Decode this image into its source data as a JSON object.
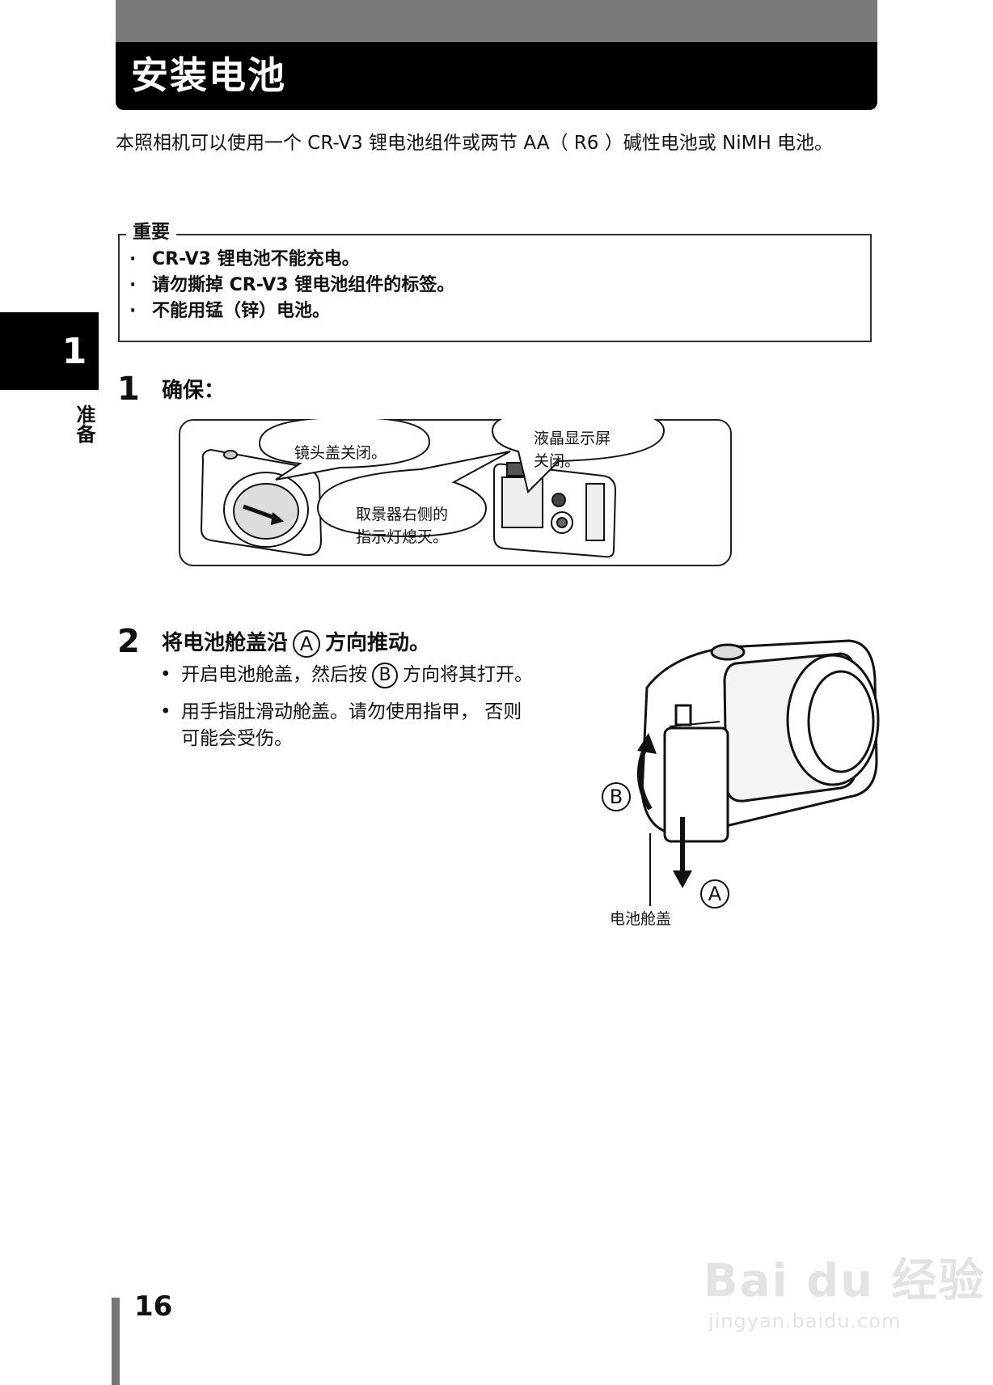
{
  "header": {
    "title": "安装电池"
  },
  "intro": "本照相机可以使用一个 CR-V3 锂电池组件或两节 AA（ R6 ）碱性电池或 NiMH 电池。",
  "important": {
    "label": "重要",
    "items": [
      "CR-V3 锂电池不能充电。",
      "请勿撕掉 CR-V3 锂电池组件的标签。",
      "不能用锰（锌）电池。"
    ],
    "bullet": "·"
  },
  "side_tab": {
    "number": "1",
    "text": "准备"
  },
  "step1": {
    "number": "1",
    "title": "确保：",
    "callouts": {
      "lens": "镜头盖关闭。",
      "indicator_line1": "取景器右侧的",
      "indicator_line2": "指示灯熄灭。",
      "lcd_line1": "液晶显示屏",
      "lcd_line2": "关闭。"
    }
  },
  "step2": {
    "number": "2",
    "title_pre": "将电池舱盖沿",
    "title_circle": "A",
    "title_post": "方向推动。",
    "bullet1_pre": "开启电池舱盖，然后按",
    "bullet1_circle": "B",
    "bullet1_post": "方向将其打开。",
    "bullet2_line1": "用手指肚滑动舱盖。请勿使用指甲， 否则",
    "bullet2_line2": "可能会受伤。",
    "bullet": "•",
    "figure": {
      "label_a": "A",
      "label_b": "B",
      "cover_label": "电池舱盖"
    }
  },
  "footer": {
    "page_number": "16"
  },
  "watermark": {
    "main": "Bai du 经验",
    "url": "jingyan.baidu.com"
  }
}
